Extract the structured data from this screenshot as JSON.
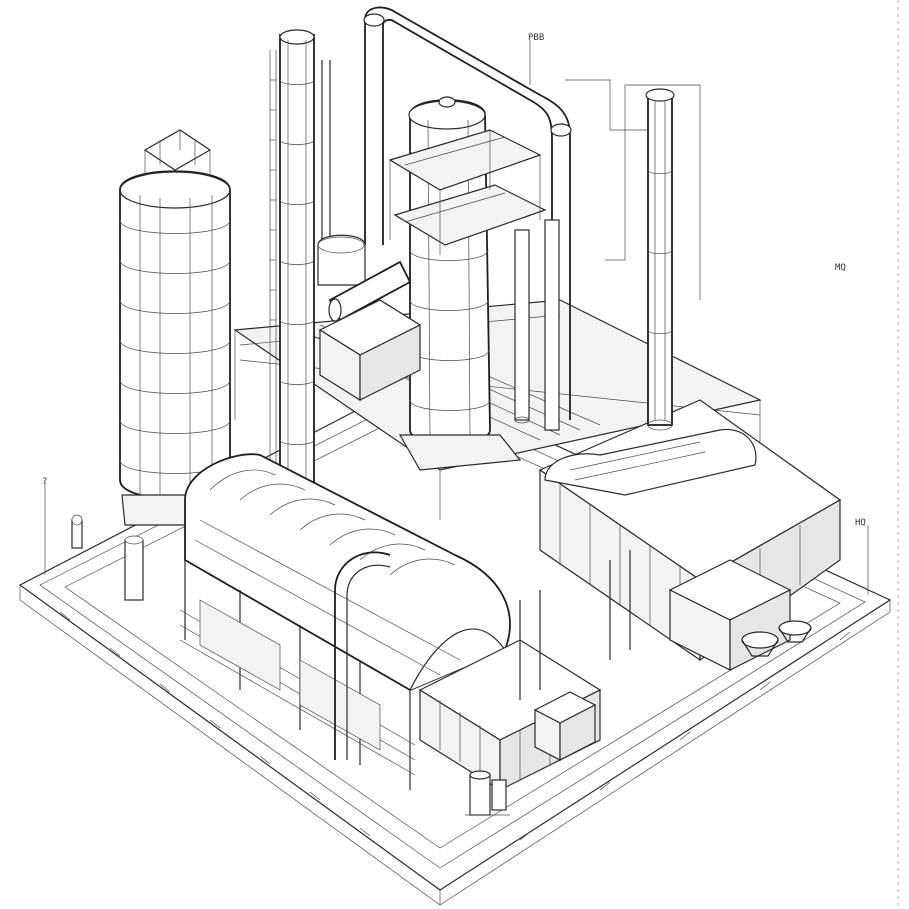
{
  "drawing": {
    "style": "isometric pencil line drawing",
    "ink_color": "#2e2e2e",
    "paper_color": "#ffffff"
  },
  "callouts": [
    {
      "id": "top-stack",
      "text": "PBB"
    },
    {
      "id": "left-side",
      "text": "?"
    },
    {
      "id": "right-side-a",
      "text": "HQ"
    },
    {
      "id": "right-side-b",
      "text": "MQ"
    }
  ]
}
